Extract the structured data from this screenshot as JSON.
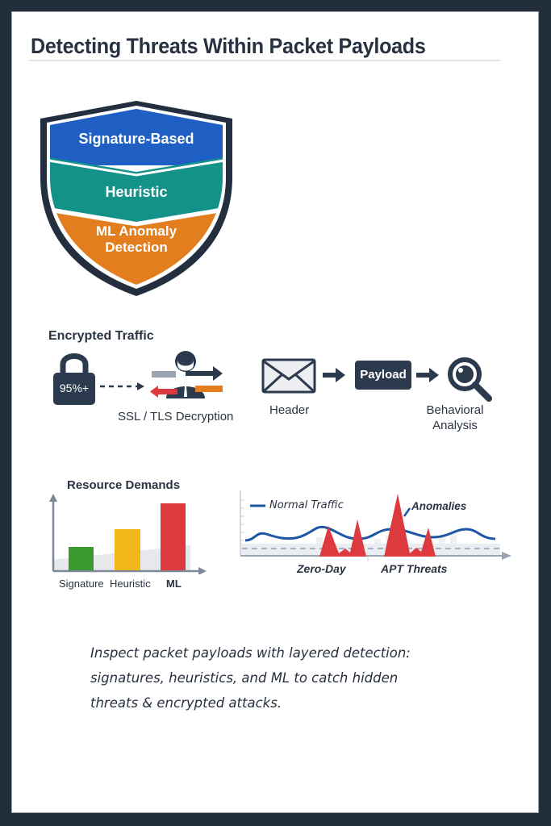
{
  "page": {
    "title": "Detecting Threats Within Packet Payloads",
    "colors": {
      "frame": "#232e3b",
      "text_dark": "#27313f",
      "blue": "#1f5fc4",
      "teal": "#13928a",
      "orange": "#e27e1d",
      "red": "#dc3a3f",
      "green": "#3a9a2f",
      "yellow": "#efb71a",
      "navy_line": "#1c56a5"
    }
  },
  "shield": {
    "icon": "shield-icon",
    "layers": [
      {
        "label": "Signature-Based",
        "color": "#1f5fc4"
      },
      {
        "label": "Heuristic",
        "color": "#13928a"
      },
      {
        "label_line1": "ML Anomaly",
        "label_line2": "Detection",
        "color": "#e27e1d"
      }
    ]
  },
  "pipeline": {
    "heading": "Encrypted Traffic",
    "lock": {
      "icon": "padlock-icon",
      "label": "95%+"
    },
    "decryption": {
      "icon": "person-arrows-icon",
      "label": "SSL / TLS Decryption"
    },
    "header": {
      "icon": "envelope-icon",
      "label": "Header"
    },
    "payload": {
      "label": "Payload"
    },
    "analysis": {
      "icon": "magnifier-icon",
      "label_line1": "Behavioral",
      "label_line2": "Analysis"
    }
  },
  "chart_data": [
    {
      "type": "bar",
      "title": "Resource Demands",
      "categories": [
        "Signature",
        "Heuristic",
        "ML"
      ],
      "values": [
        28,
        50,
        82
      ],
      "colors": [
        "#3a9a2f",
        "#efb71a",
        "#dc3a3f"
      ],
      "xlabel": "",
      "ylabel": "",
      "ylim": [
        0,
        100
      ],
      "grid": false
    },
    {
      "type": "line",
      "title": "",
      "series": [
        {
          "name": "Normal Traffic",
          "color": "#1c56a5"
        }
      ],
      "annotations": [
        "Anomalies",
        "Zero-Day",
        "APT Threats"
      ],
      "spikes": [
        {
          "label": "Zero-Day",
          "relative_heights": [
            0.6,
            0.75
          ]
        },
        {
          "label": "APT Threats",
          "relative_heights": [
            1.0,
            0.55
          ]
        }
      ],
      "legend_position": "top-left",
      "grid": false
    }
  ],
  "resource_chart": {
    "title": "Resource Demands",
    "labels": [
      "Signature",
      "Heuristic",
      "ML"
    ]
  },
  "traffic_chart": {
    "legend": "Normal Traffic",
    "anomalies": "Anomalies",
    "zero_day": "Zero-Day",
    "apt": "APT Threats"
  },
  "caption": {
    "line1": "Inspect packet payloads with layered detection:",
    "line2": "signatures, heuristics, and ML to catch hidden",
    "line3": "threats & encrypted attacks."
  }
}
